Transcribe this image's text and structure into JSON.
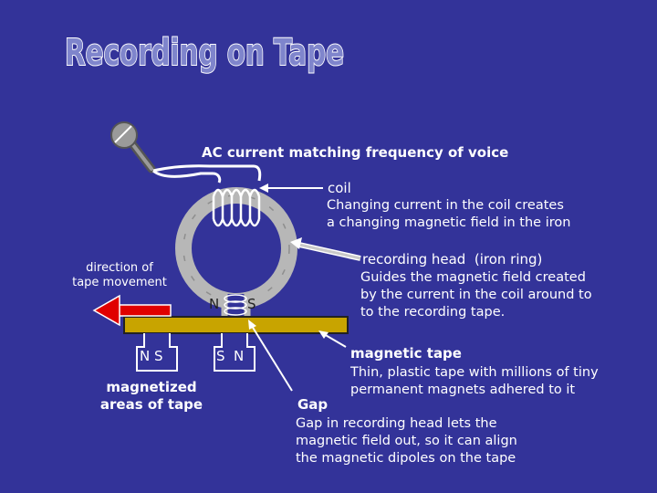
{
  "title": "Recording on Tape",
  "labels": {
    "ac_current": "AC current matching frequency of voice",
    "coil": "coil",
    "coil_desc": [
      "Changing current in the coil creates",
      "a changing magnetic field in the iron"
    ],
    "recording_head": "recording head  (iron ring)",
    "recording_head_desc": [
      "Guides the magnetic field created",
      "by the current in the coil around to",
      "to the recording tape."
    ],
    "direction": [
      "direction of",
      "tape movement"
    ],
    "head_poles": [
      "N",
      "S"
    ],
    "tape_poles_left": "N S",
    "tape_poles_right": "S  N",
    "magnetized": [
      "magnetized",
      "areas of tape"
    ],
    "magnetic_tape": "magnetic tape",
    "magnetic_tape_desc": [
      "Thin, plastic tape with millions of tiny",
      "permanent magnets adhered to it"
    ],
    "gap": "Gap",
    "gap_desc": [
      "Gap in recording head lets the",
      "magnetic field out, so it can align",
      "the magnetic dipoles on the tape"
    ]
  },
  "colors": {
    "background": "#333399",
    "title_fill": "#7f85cc",
    "title_outline": "#ffffff",
    "tape": "#c8a400",
    "ring": "#b7b7b7",
    "arrow_red": "#e00000",
    "text": "#ffffff"
  }
}
